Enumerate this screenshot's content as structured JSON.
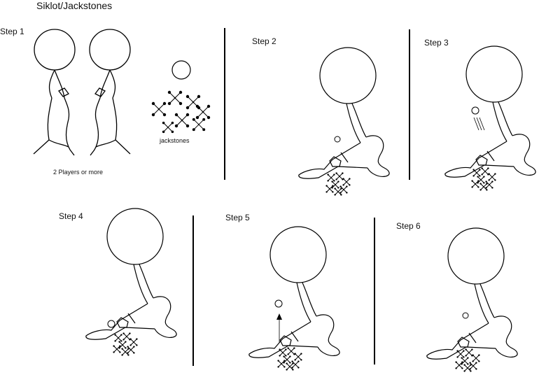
{
  "title": "Siklot/Jackstones",
  "steps": [
    {
      "label": "Step 1"
    },
    {
      "label": "Step 2"
    },
    {
      "label": "Step 3"
    },
    {
      "label": "Step 4"
    },
    {
      "label": "Step 5"
    },
    {
      "label": "Step 6"
    }
  ],
  "captions": {
    "players": "2 Players or more",
    "jackstones": "jackstones"
  },
  "colors": {
    "ink": "#000000",
    "background": "#ffffff"
  }
}
